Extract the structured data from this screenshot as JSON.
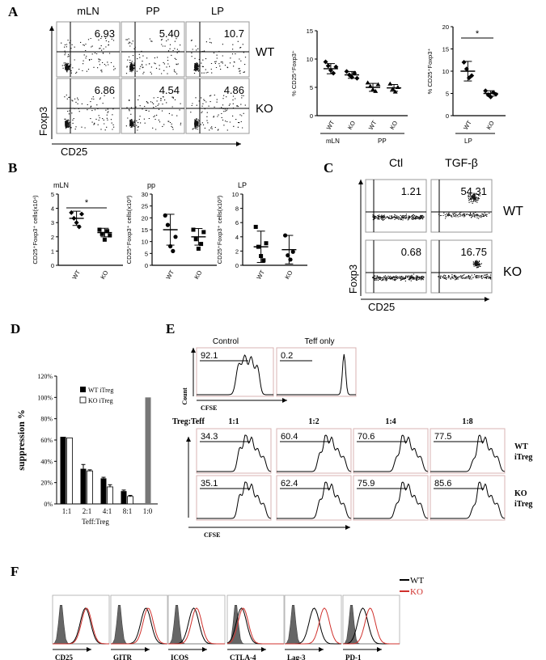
{
  "panel_letters": {
    "a": "A",
    "b": "B",
    "c": "C",
    "d": "D",
    "e": "E",
    "f": "F"
  },
  "panelA": {
    "col_headers": [
      "mLN",
      "PP",
      "LP"
    ],
    "row_labels": [
      "WT",
      "KO"
    ],
    "values": [
      [
        "6.93",
        "5.40",
        "10.7"
      ],
      [
        "6.86",
        "4.54",
        "4.86"
      ]
    ],
    "ylabel": "Foxp3",
    "xlabel": "CD25",
    "chart1": {
      "ylabel": "% CD25⁺Foxp3⁺",
      "yticks": [
        "0",
        "5",
        "10",
        "15"
      ],
      "xticks": [
        "WT",
        "KO",
        "WT",
        "KO"
      ],
      "groups": [
        "mLN",
        "PP"
      ]
    },
    "chart2": {
      "ylabel": "% CD25⁺Foxp3⁺",
      "yticks": [
        "0",
        "5",
        "10",
        "15",
        "20"
      ],
      "xticks": [
        "WT",
        "KO"
      ],
      "groups": [
        "LP"
      ],
      "sig": "*"
    }
  },
  "panelB": {
    "titles": [
      "mLN",
      "pp",
      "LP"
    ],
    "ylabels": [
      "CD25⁺Foxp3⁺ cells(x10⁴)",
      "CD25⁺Foxp3⁺ cells(x10³)",
      "CD25⁺Foxp3⁺ cells(x10³)"
    ],
    "xticks": [
      "WT",
      "KO"
    ],
    "yticks1": [
      "0",
      "1",
      "2",
      "3",
      "4",
      "5"
    ],
    "yticks2": [
      "0",
      "5",
      "10",
      "15",
      "20",
      "25",
      "30"
    ],
    "yticks3": [
      "0",
      "2",
      "4",
      "6",
      "8",
      "10"
    ],
    "sig": "*"
  },
  "panelC": {
    "col_headers": [
      "Ctl",
      "TGF-β"
    ],
    "row_labels": [
      "WT",
      "KO"
    ],
    "values": [
      [
        "1.21",
        "54.31"
      ],
      [
        "0.68",
        "16.75"
      ]
    ],
    "ylabel": "Foxp3",
    "xlabel": "CD25"
  },
  "panelD": {
    "ylabel": "suppression %",
    "xlabel": "Teff:Treg",
    "yticks": [
      "0%",
      "20%",
      "40%",
      "60%",
      "80%",
      "100%",
      "120%"
    ],
    "legend": [
      "WT iTreg",
      "KO iTreg"
    ]
  },
  "panelE": {
    "top_titles": [
      "Control",
      "Teff only"
    ],
    "top_values": [
      "92.1",
      "0.2"
    ],
    "ratio_label": "Treg:Teff",
    "ratios": [
      "1:1",
      "1:2",
      "1:4",
      "1:8"
    ],
    "row_labels": [
      "WT\niTreg",
      "KO\niTreg"
    ],
    "values": [
      [
        "34.3",
        "60.4",
        "70.6",
        "77.5"
      ],
      [
        "35.1",
        "62.4",
        "75.9",
        "85.6"
      ]
    ],
    "xlabel": "CFSE",
    "ylabel": "Count"
  },
  "panelF": {
    "markers": [
      "CD25",
      "GITR",
      "ICOS",
      "CTLA-4",
      "Lag-3",
      "PD-1"
    ],
    "legend": [
      "WT",
      "KO"
    ],
    "colors": {
      "wt": "#000000",
      "ko": "#d0312d"
    }
  },
  "chart_data": [
    {
      "type": "scatter",
      "panel": "A-left",
      "ylabel": "% CD25⁺Foxp3⁺",
      "categories": [
        "mLN WT",
        "mLN KO",
        "PP WT",
        "PP KO"
      ],
      "ylim": [
        0,
        15
      ],
      "means": [
        8.3,
        7.2,
        5.0,
        4.9
      ],
      "points": [
        [
          9.5,
          8.8,
          8.0,
          7.5,
          8.6
        ],
        [
          7.8,
          7.2,
          6.8,
          7.5,
          6.6
        ],
        [
          5.8,
          5.2,
          4.6,
          4.3,
          5.5
        ],
        [
          5.6,
          4.7,
          4.2,
          5.0
        ]
      ]
    },
    {
      "type": "scatter",
      "panel": "A-right",
      "ylabel": "% CD25⁺Foxp3⁺",
      "categories": [
        "LP WT",
        "LP KO"
      ],
      "ylim": [
        0,
        20
      ],
      "means": [
        10.0,
        5.0
      ],
      "points": [
        [
          12.0,
          10.5,
          8.5,
          9.0
        ],
        [
          5.6,
          4.7,
          4.2,
          5.2,
          4.8
        ]
      ]
    },
    {
      "type": "scatter",
      "panel": "B-mLN",
      "ylabel": "CD25⁺Foxp3⁺ cells(x10⁴)",
      "categories": [
        "WT",
        "KO"
      ],
      "ylim": [
        0,
        5
      ],
      "means": [
        3.3,
        2.3
      ],
      "points": [
        [
          3.7,
          3.3,
          3.0,
          2.7,
          3.6
        ],
        [
          2.5,
          2.2,
          1.8,
          2.4,
          2.1
        ]
      ]
    },
    {
      "type": "scatter",
      "panel": "B-pp",
      "ylabel": "CD25⁺Foxp3⁺ cells(x10³)",
      "categories": [
        "WT",
        "KO"
      ],
      "ylim": [
        0,
        30
      ],
      "means": [
        15,
        12
      ],
      "points": [
        [
          21,
          17,
          8,
          6,
          12
        ],
        [
          15,
          11,
          7,
          9,
          14
        ]
      ]
    },
    {
      "type": "scatter",
      "panel": "B-LP",
      "ylabel": "CD25⁺Foxp3⁺ cells(x10³)",
      "categories": [
        "WT",
        "KO"
      ],
      "ylim": [
        0,
        10
      ],
      "means": [
        2.6,
        2.2
      ],
      "points": [
        [
          5.4,
          2.6,
          1.3,
          0.7,
          3.1
        ],
        [
          4.2,
          1.4,
          0.8,
          1.9
        ]
      ]
    },
    {
      "type": "bar",
      "panel": "D",
      "ylabel": "suppression %",
      "xlabel": "Teff:Treg",
      "categories": [
        "1:1",
        "2:1",
        "4:1",
        "8:1",
        "1:0"
      ],
      "ylim": [
        0,
        120
      ],
      "series": [
        {
          "name": "WT iTreg",
          "values": [
            63,
            33,
            24,
            12,
            null
          ]
        },
        {
          "name": "KO iTreg",
          "values": [
            62,
            31,
            16,
            7,
            null
          ]
        },
        {
          "values": [
            null,
            null,
            null,
            null,
            100
          ]
        }
      ],
      "errors": [
        [
          0,
          4,
          1,
          1,
          null
        ],
        [
          0,
          1,
          2,
          1,
          null
        ]
      ]
    }
  ]
}
